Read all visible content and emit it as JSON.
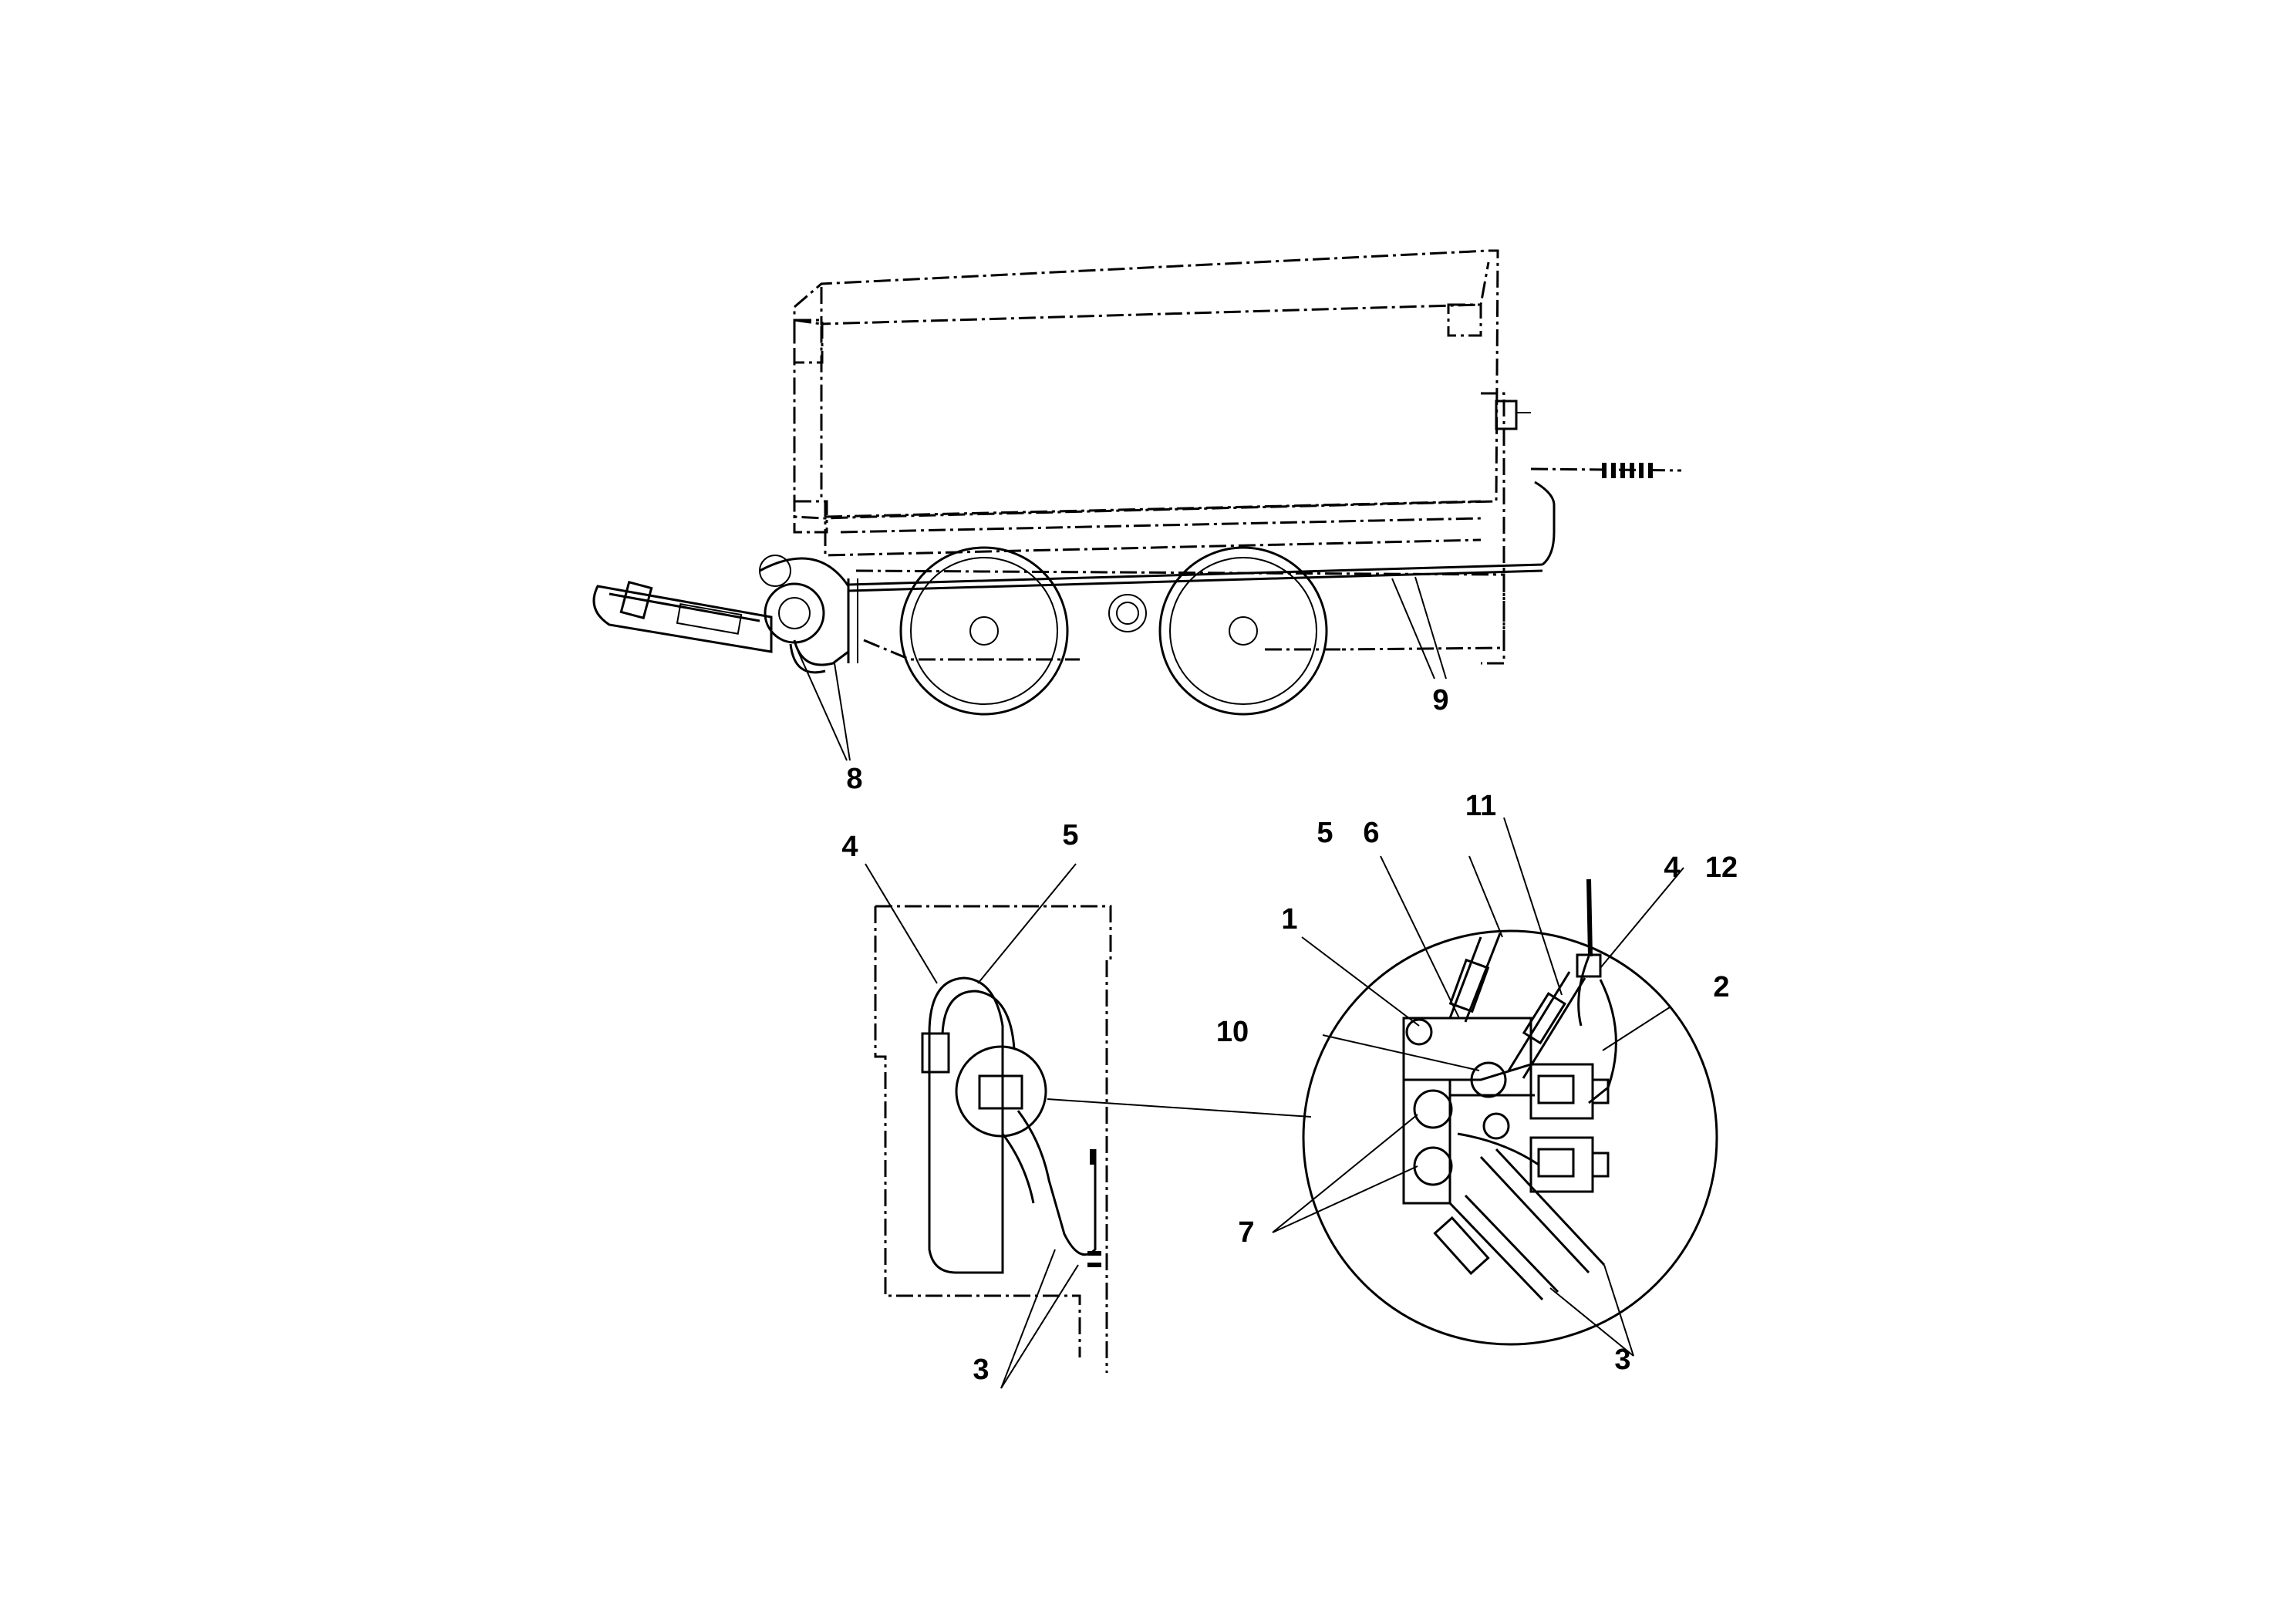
{
  "colors": {
    "line": "#000000",
    "background": "#ffffff"
  },
  "views": {
    "side_view": {
      "callouts": {
        "c8": "8",
        "c9": "9"
      }
    },
    "rear_view": {
      "callouts": {
        "c4": "4",
        "c5": "5",
        "c3": "3"
      }
    },
    "detail_view": {
      "callouts": {
        "c1": "1",
        "c2": "2",
        "c3": "3",
        "c4": "4",
        "c5": "5",
        "c6": "6",
        "c7": "7",
        "c10": "10",
        "c11": "11",
        "c12": "12"
      }
    }
  }
}
